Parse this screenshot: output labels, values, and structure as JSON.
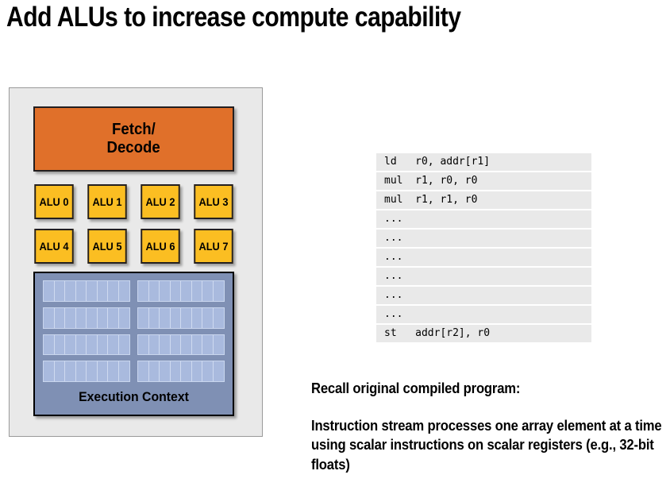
{
  "slide": {
    "title": "Add ALUs to increase compute capability"
  },
  "diagram": {
    "fetch_decode": {
      "line1": "Fetch/",
      "line2": "Decode",
      "color": "#e0702a"
    },
    "alus": [
      {
        "label": "ALU 0"
      },
      {
        "label": "ALU 1"
      },
      {
        "label": "ALU 2"
      },
      {
        "label": "ALU 3"
      },
      {
        "label": "ALU 4"
      },
      {
        "label": "ALU 5"
      },
      {
        "label": "ALU 6"
      },
      {
        "label": "ALU 7"
      }
    ],
    "alu_color": "#fbbe22",
    "execution_context": {
      "label": "Execution Context",
      "panel_color": "#7f90b4",
      "register_cell_color": "#a9bade",
      "register_block_count": 8,
      "cells_per_block": 8
    },
    "container_color": "#e9e9e9"
  },
  "code_listing": {
    "rows": [
      {
        "text": "ld   r0, addr[r1]"
      },
      {
        "text": "mul  r1, r0, r0"
      },
      {
        "text": "mul  r1, r1, r0"
      },
      {
        "text": "..."
      },
      {
        "text": "..."
      },
      {
        "text": "..."
      },
      {
        "text": "..."
      },
      {
        "text": "..."
      },
      {
        "text": "..."
      },
      {
        "text": "st   addr[r2], r0"
      }
    ],
    "row_color": "#e9e9e9"
  },
  "captions": {
    "recall": "Recall original compiled program:",
    "stream": "Instruction stream processes one array element at a time using scalar instructions on scalar registers (e.g., 32-bit floats)"
  }
}
